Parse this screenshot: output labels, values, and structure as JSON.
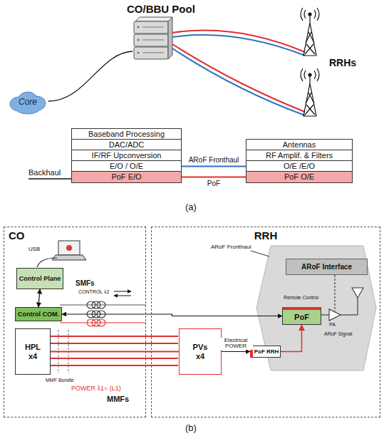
{
  "diagram": {
    "nodes": [
      {
        "text": [
          "Core"
        ]
      },
      {
        "text": [
          "Baseband Processing"
        ]
      },
      {
        "text": [
          "DAC/ADC"
        ]
      },
      {
        "text": [
          "IF/RF Upconversion"
        ]
      },
      {
        "text": [
          "E/O / O/E"
        ]
      },
      {
        "text": [
          "PoF E/O"
        ]
      },
      {
        "text": [
          "Antennas"
        ]
      },
      {
        "text": [
          "RF Amplif. & Filters"
        ]
      },
      {
        "text": [
          "O/E /E/O"
        ]
      },
      {
        "text": [
          "PoF O/E"
        ]
      },
      {
        "text": [
          "CO"
        ]
      },
      {
        "text": [
          "Control Plane"
        ],
        "in": 10
      },
      {
        "text": [
          "Control COM."
        ],
        "in": 10
      },
      {
        "text": [
          "HPL",
          "x4"
        ],
        "in": 10
      },
      {
        "text": [
          "RRH"
        ]
      },
      {
        "text": [
          "PVs",
          "x4"
        ],
        "in": 14
      },
      {
        "text": [
          "PoF RRH"
        ],
        "in": 14
      },
      {
        "text": [
          "ARoF Interface"
        ],
        "in": 14
      },
      {
        "text": [
          "PoF"
        ],
        "in": 14
      }
    ],
    "edges": [
      {
        "from": 4,
        "to": 8,
        "arrow": "none",
        "label": "ARoF Fronthaul"
      },
      {
        "from": 5,
        "to": 9,
        "arrow": "none",
        "label": "PoF"
      },
      {
        "from": 11,
        "to": 12,
        "arrow": "both"
      },
      {
        "from": 12,
        "to": 18,
        "arrow": "both"
      },
      {
        "from": 13,
        "to": 15,
        "arrow": "none"
      },
      {
        "from": 15,
        "to": 16,
        "arrow": "to",
        "label": "Electrical POWER"
      },
      {
        "from": 16,
        "to": 18,
        "arrow": "to"
      }
    ],
    "labels": [
      "CO/BBU Pool",
      "RRHs",
      "Backhaul",
      "(a)",
      "USB",
      "SMFs",
      "CONTROL λ2",
      "MMF Bundle",
      "POWER λ1= (L1)",
      "MMFs",
      "ARoF Fronthaul",
      "Remote Control",
      "PA",
      "ARoF Signal",
      "(b)"
    ]
  }
}
